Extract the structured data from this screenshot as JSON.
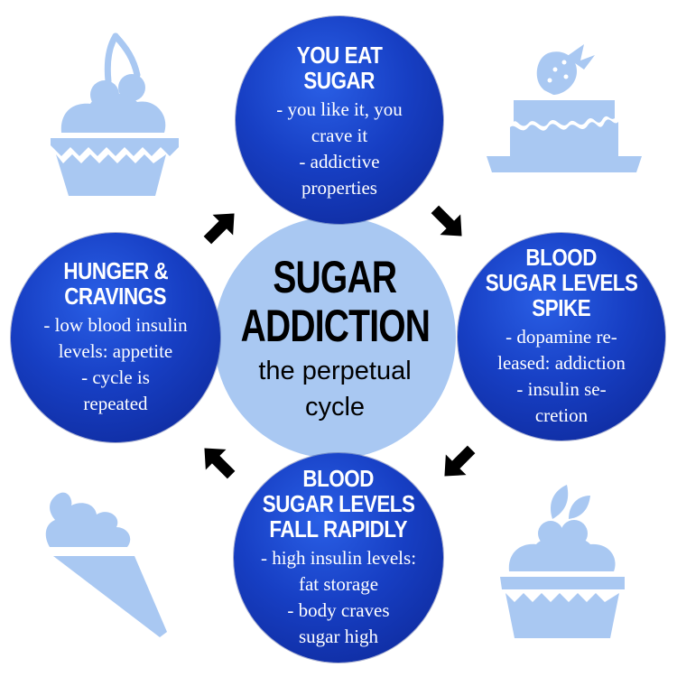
{
  "title_lines": [
    "SUGAR",
    "ADDICTION"
  ],
  "subtitle_lines": [
    "the perpetual",
    "cycle"
  ],
  "colors": {
    "circle_blue": "#173fc4",
    "circle_dark": "#0c2593",
    "center_fill": "#a9c8f2",
    "decor_fill": "#a9c8f2",
    "arrow": "#000000"
  },
  "steps": [
    {
      "id": "eat",
      "title_lines": [
        "YOU EAT",
        "SUGAR"
      ],
      "text_lines": [
        "- you like it, you",
        "crave it",
        "- addictive",
        "properties"
      ]
    },
    {
      "id": "spike",
      "title_lines": [
        "BLOOD",
        "SUGAR LEVELS",
        "SPIKE"
      ],
      "text_lines": [
        "- dopamine re-",
        "leased: addiction",
        "- insulin se-",
        "cretion"
      ]
    },
    {
      "id": "fall",
      "title_lines": [
        "BLOOD",
        "SUGAR LEVELS",
        "FALL RAPIDLY"
      ],
      "text_lines": [
        "- high insulin levels:",
        "fat storage",
        "- body craves",
        "sugar high"
      ]
    },
    {
      "id": "hunger",
      "title_lines": [
        "HUNGER &",
        "CRAVINGS"
      ],
      "text_lines": [
        "- low blood insulin",
        "levels: appetite",
        "- cycle is",
        "repeated"
      ]
    }
  ],
  "decorations": [
    "cupcake-cherry-icon",
    "cake-strawberry-icon",
    "ice-cream-cone-icon",
    "cupcake-berries-icon"
  ],
  "arrows": [
    "arrow-eat-to-spike",
    "arrow-spike-to-fall",
    "arrow-fall-to-hunger",
    "arrow-hunger-to-eat"
  ]
}
